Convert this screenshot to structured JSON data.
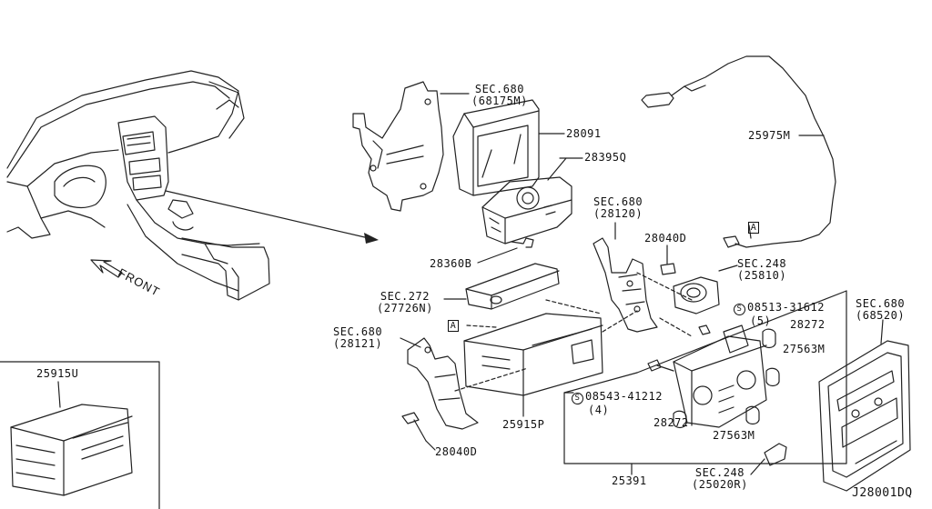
{
  "diagram": {
    "code": "J28001DQ",
    "front_label": "FRONT",
    "ref_marker": "A",
    "labels": {
      "sec680_68175m": {
        "line1": "SEC.680",
        "line2": "(68175M)"
      },
      "p28091": "28091",
      "p28395q": "28395Q",
      "p25975m": "25975M",
      "sec680_28120": {
        "line1": "SEC.680",
        "line2": "(28120)"
      },
      "p28040d_top": "28040D",
      "p28360b": "28360B",
      "sec248_25810": {
        "line1": "SEC.248",
        "line2": "(25810)"
      },
      "sec272_27726n": {
        "line1": "SEC.272",
        "line2": "(27726N)"
      },
      "sec680_68520": {
        "line1": "SEC.680",
        "line2": "(68520)"
      },
      "screw_08513": {
        "symbol": "S",
        "line1": "08513-31612",
        "line2": "(5)"
      },
      "p28272_top": "28272",
      "sec680_28121": {
        "line1": "SEC.680",
        "line2": "(28121)"
      },
      "p27563m_top": "27563M",
      "screw_08543": {
        "symbol": "S",
        "line1": "08543-41212",
        "line2": "(4)"
      },
      "p25915u": "25915U",
      "p25915p": "25915P",
      "p28272_bot": "28272",
      "p27563m_bot": "27563M",
      "p28040d_bot": "28040D",
      "sec248_25020r": {
        "line1": "SEC.248",
        "line2": "(25020R)"
      },
      "p25391": "25391"
    }
  }
}
